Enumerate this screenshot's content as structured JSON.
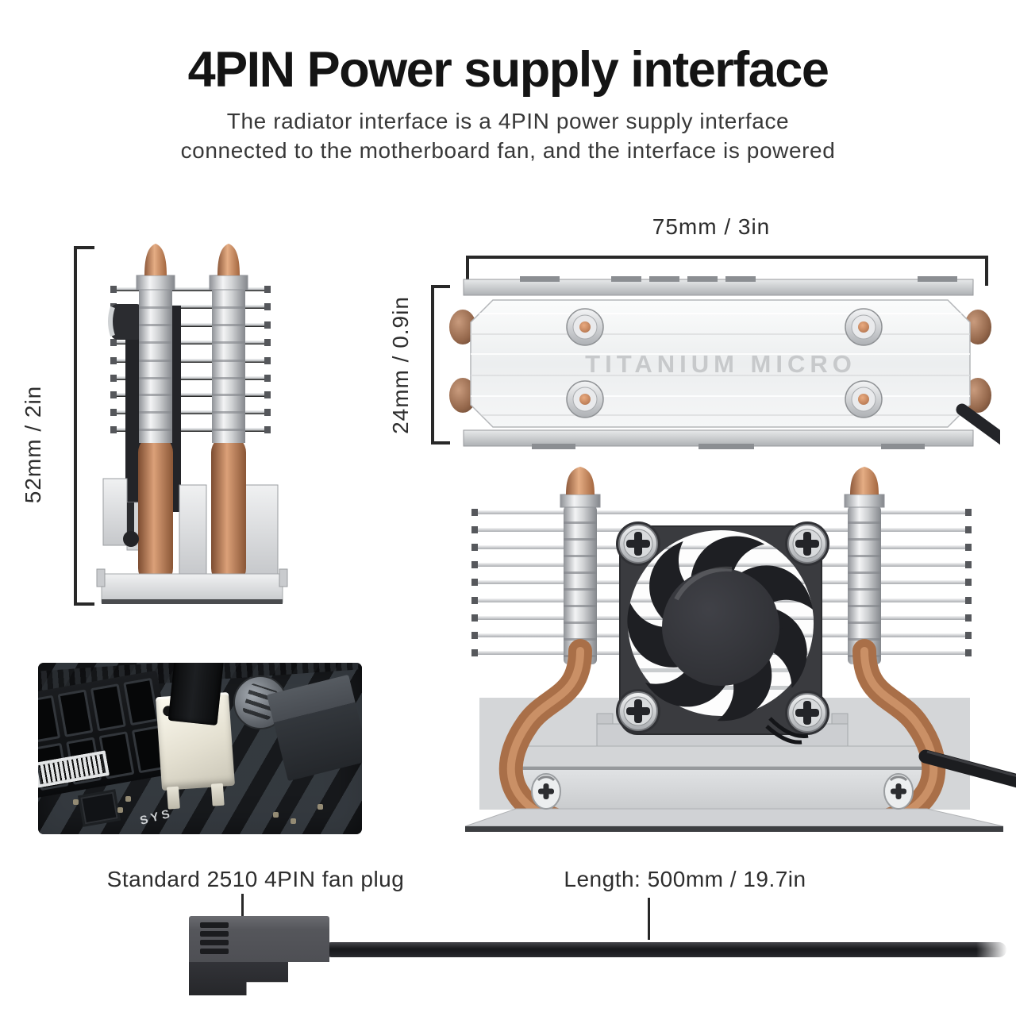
{
  "header": {
    "title": "4PIN Power supply interface",
    "subtitle_line1": "The radiator interface is a 4PIN power supply interface",
    "subtitle_line2": "connected to the motherboard fan, and the interface is powered"
  },
  "annotations": {
    "side_height": "52mm / 2in",
    "top_width": "75mm / 3in",
    "top_depth": "24mm / 0.9in",
    "plug": "Standard 2510 4PIN fan plug",
    "cable_length": "Length: 500mm / 19.7in"
  },
  "engraving": "TITANIUM MICRO",
  "photo": {
    "silkscreen": "SYS"
  },
  "colors": {
    "copper": "#b87c55",
    "silver": "#d6d8da",
    "fan_black": "#2e2f33",
    "annotation_line": "#282828",
    "background": "#ffffff"
  }
}
